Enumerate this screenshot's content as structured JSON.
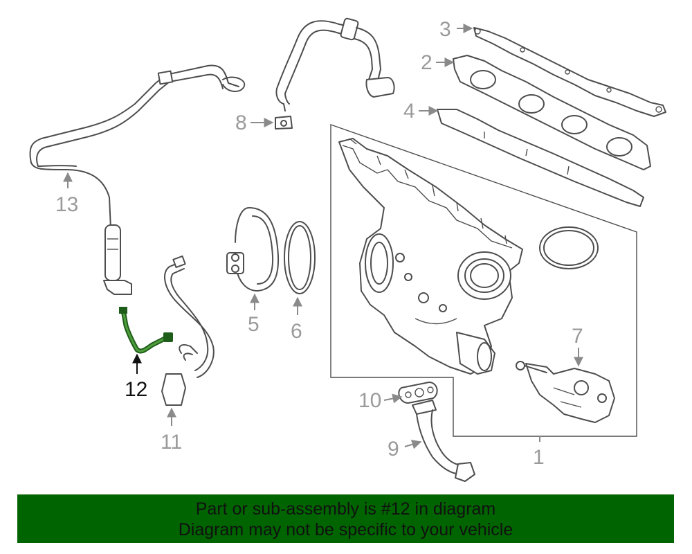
{
  "callouts": {
    "c1": "1",
    "c2": "2",
    "c3": "3",
    "c4": "4",
    "c5": "5",
    "c6": "6",
    "c7": "7",
    "c8": "8",
    "c9": "9",
    "c10": "10",
    "c11": "11",
    "c12": "12",
    "c13": "13"
  },
  "highlighted_part": "12",
  "colors": {
    "highlight": "#006400",
    "line_art": "#4d4d4d",
    "callout_text": "#9a9a9a"
  },
  "banner": {
    "line1": "Part or sub-assembly is #12 in diagram",
    "line2": "Diagram may not be specific to your vehicle"
  }
}
